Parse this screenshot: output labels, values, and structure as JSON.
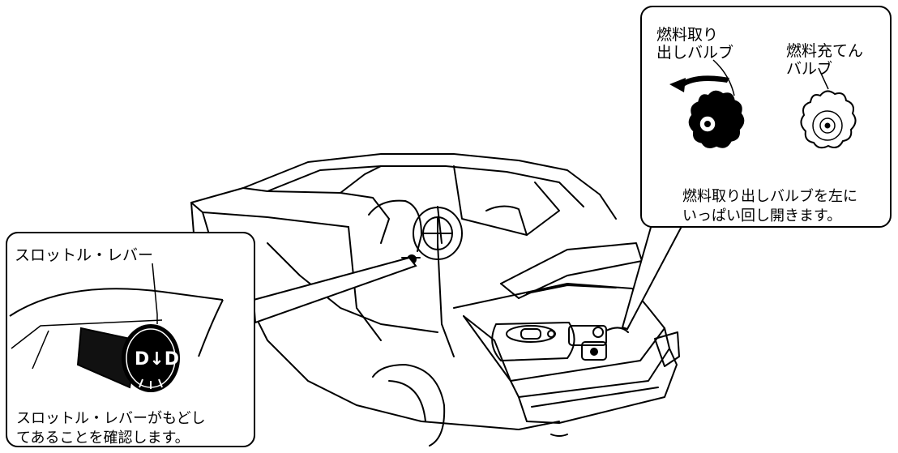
{
  "callout_throttle": {
    "title": "スロットル・レバー",
    "caption_line1": "スロットル・レバーがもどし",
    "caption_line2": "てあることを確認します。"
  },
  "callout_valves": {
    "outlet_label_line1": "燃料取り",
    "outlet_label_line2": "出しバルブ",
    "fill_label_line1": "燃料充てん",
    "fill_label_line2": "バルブ",
    "caption_line1": "燃料取り出しバルブを左に",
    "caption_line2": "いっぱい回し開きます。"
  }
}
